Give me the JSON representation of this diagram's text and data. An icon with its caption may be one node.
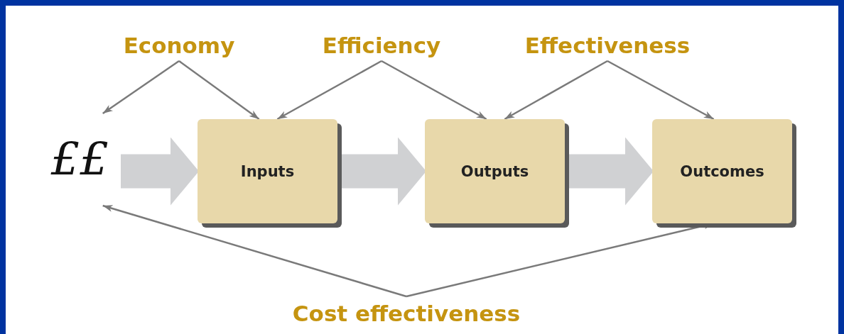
{
  "diagram": {
    "nodes": [
      {
        "text": [
          "££"
        ]
      },
      {
        "text": [
          "Inputs"
        ]
      },
      {
        "text": [
          "Outputs"
        ]
      },
      {
        "text": [
          "Outcomes"
        ]
      },
      {
        "text": [
          "Economy"
        ]
      },
      {
        "text": [
          "Efficiency"
        ]
      },
      {
        "text": [
          "Effectiveness"
        ]
      },
      {
        "text": [
          "Cost effectiveness"
        ]
      }
    ],
    "edges": [
      {
        "from": 0,
        "to": 1,
        "arrow": "to",
        "style": "thick",
        "color": "#d0d1d3"
      },
      {
        "from": 1,
        "to": 2,
        "arrow": "to",
        "style": "thick",
        "color": "#d0d1d3"
      },
      {
        "from": 2,
        "to": 3,
        "arrow": "to",
        "style": "thick",
        "color": "#d0d1d3"
      },
      {
        "from": 4,
        "to": 0,
        "arrow": "to"
      },
      {
        "from": 4,
        "to": 1,
        "arrow": "to"
      },
      {
        "from": 5,
        "to": 1,
        "arrow": "to"
      },
      {
        "from": 5,
        "to": 2,
        "arrow": "to"
      },
      {
        "from": 6,
        "to": 2,
        "arrow": "to"
      },
      {
        "from": 6,
        "to": 3,
        "arrow": "to"
      },
      {
        "from": 7,
        "to": 0,
        "arrow": "to"
      },
      {
        "from": 7,
        "to": 3,
        "arrow": "to"
      }
    ]
  }
}
